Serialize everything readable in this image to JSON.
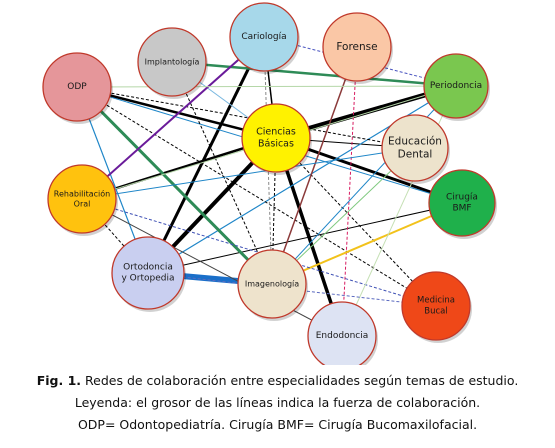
{
  "nodes": [
    {
      "id": "cariologia",
      "label": [
        "Cariología"
      ],
      "fill": "#a7d8ea",
      "stroke": "#c0392b"
    },
    {
      "id": "implantologia",
      "label": [
        "Implantología"
      ],
      "fill": "#c8c8c8",
      "stroke": "#c0392b"
    },
    {
      "id": "forense",
      "label": [
        "Forense"
      ],
      "fill": "#fac7a6",
      "stroke": "#c0392b"
    },
    {
      "id": "odp",
      "label": [
        "ODP"
      ],
      "fill": "#e5969a",
      "stroke": "#c0392b"
    },
    {
      "id": "periodoncia",
      "label": [
        "Periodoncia"
      ],
      "fill": "#7ac74f",
      "stroke": "#c0392b"
    },
    {
      "id": "ciencias",
      "label": [
        "Ciencias",
        "Básicas"
      ],
      "fill": "#fff200",
      "stroke": "#c0392b"
    },
    {
      "id": "educacion",
      "label": [
        "Educación",
        "Dental"
      ],
      "fill": "#ede3cc",
      "stroke": "#c0392b"
    },
    {
      "id": "rehabilitacion",
      "label": [
        "Rehabilitación",
        "Oral"
      ],
      "fill": "#ffc20e",
      "stroke": "#c0392b"
    },
    {
      "id": "cirugia",
      "label": [
        "Cirugía",
        "BMF"
      ],
      "fill": "#1fb04b",
      "stroke": "#c0392b"
    },
    {
      "id": "ortodoncia",
      "label": [
        "Ortodoncia",
        "y Ortopedia"
      ],
      "fill": "#c9cff0",
      "stroke": "#c0392b"
    },
    {
      "id": "imagenologia",
      "label": [
        "Imagenología"
      ],
      "fill": "#eee3cc",
      "stroke": "#c0392b"
    },
    {
      "id": "medicina",
      "label": [
        "Medicina",
        "Bucal"
      ],
      "fill": "#ef4818",
      "stroke": "#c0392b"
    },
    {
      "id": "endodoncia",
      "label": [
        "Endodoncia"
      ],
      "fill": "#dde3f3",
      "stroke": "#c0392b"
    }
  ],
  "edges": [
    {
      "from": "ciencias",
      "to": "periodoncia",
      "color": "#000000",
      "weight": 5,
      "dashed": false
    },
    {
      "from": "ciencias",
      "to": "ortodoncia",
      "color": "#000000",
      "weight": 4,
      "dashed": false
    },
    {
      "from": "ciencias",
      "to": "endodoncia",
      "color": "#000000",
      "weight": 3.5,
      "dashed": false
    },
    {
      "from": "ciencias",
      "to": "cirugia",
      "color": "#000000",
      "weight": 3,
      "dashed": false
    },
    {
      "from": "ciencias",
      "to": "odp",
      "color": "#000000",
      "weight": 2.5,
      "dashed": false
    },
    {
      "from": "ciencias",
      "to": "rehabilitacion",
      "color": "#000000",
      "weight": 2.5,
      "dashed": false
    },
    {
      "from": "ciencias",
      "to": "cariologia",
      "color": "#000000",
      "weight": 1.5,
      "dashed": false
    },
    {
      "from": "ciencias",
      "to": "educacion",
      "color": "#000000",
      "weight": 1,
      "dashed": false
    },
    {
      "from": "ciencias",
      "to": "imagenologia",
      "color": "#000000",
      "weight": 1,
      "dashed": true
    },
    {
      "from": "ciencias",
      "to": "medicina",
      "color": "#000000",
      "weight": 1,
      "dashed": true
    },
    {
      "from": "ortodoncia",
      "to": "imagenologia",
      "color": "#1a6fc9",
      "weight": 6,
      "dashed": false
    },
    {
      "from": "ortodoncia",
      "to": "cariologia",
      "color": "#000000",
      "weight": 3,
      "dashed": false
    },
    {
      "from": "ortodoncia",
      "to": "periodoncia",
      "color": "#1f86c8",
      "weight": 1.2,
      "dashed": false
    },
    {
      "from": "ortodoncia",
      "to": "odp",
      "color": "#1f86c8",
      "weight": 1.2,
      "dashed": false
    },
    {
      "from": "ortodoncia",
      "to": "cirugia",
      "color": "#000000",
      "weight": 1,
      "dashed": false
    },
    {
      "from": "odp",
      "to": "imagenologia",
      "color": "#2e8b57",
      "weight": 3,
      "dashed": false
    },
    {
      "from": "odp",
      "to": "cirugia",
      "color": "#1f86c8",
      "weight": 1,
      "dashed": false
    },
    {
      "from": "odp",
      "to": "educacion",
      "color": "#000000",
      "weight": 1,
      "dashed": true
    },
    {
      "from": "odp",
      "to": "medicina",
      "color": "#000000",
      "weight": 1,
      "dashed": true
    },
    {
      "from": "implantologia",
      "to": "periodoncia",
      "color": "#2e8b57",
      "weight": 2.5,
      "dashed": false
    },
    {
      "from": "implantologia",
      "to": "ciencias",
      "color": "#7ab8e0",
      "weight": 1,
      "dashed": false
    },
    {
      "from": "implantologia",
      "to": "imagenologia",
      "color": "#000000",
      "weight": 1,
      "dashed": true
    },
    {
      "from": "cariologia",
      "to": "periodoncia",
      "color": "#4a55c0",
      "weight": 1,
      "dashed": true
    },
    {
      "from": "cariologia",
      "to": "rehabilitacion",
      "color": "#6a1b9a",
      "weight": 2,
      "dashed": false
    },
    {
      "from": "cariologia",
      "to": "imagenologia",
      "color": "#888888",
      "weight": 1,
      "dashed": true
    },
    {
      "from": "forense",
      "to": "imagenologia",
      "color": "#8b3a3a",
      "weight": 1.5,
      "dashed": false
    },
    {
      "from": "forense",
      "to": "endodoncia",
      "color": "#d81b60",
      "weight": 1,
      "dashed": true
    },
    {
      "from": "imagenologia",
      "to": "cirugia",
      "color": "#f2c21b",
      "weight": 2,
      "dashed": false
    },
    {
      "from": "imagenologia",
      "to": "periodoncia",
      "color": "#1f86c8",
      "weight": 1,
      "dashed": false
    },
    {
      "from": "imagenologia",
      "to": "educacion",
      "color": "#7fc97f",
      "weight": 1,
      "dashed": false
    },
    {
      "from": "rehabilitacion",
      "to": "periodoncia",
      "color": "#b5d7a8",
      "weight": 1,
      "dashed": false
    },
    {
      "from": "rehabilitacion",
      "to": "educacion",
      "color": "#1f86c8",
      "weight": 1,
      "dashed": false
    },
    {
      "from": "rehabilitacion",
      "to": "medicina",
      "color": "#3f51b5",
      "weight": 1,
      "dashed": true
    },
    {
      "from": "rehabilitacion",
      "to": "endodoncia",
      "color": "#444444",
      "weight": 1,
      "dashed": false
    },
    {
      "from": "rehabilitacion",
      "to": "ortodoncia",
      "color": "#000000",
      "weight": 1,
      "dashed": true
    },
    {
      "from": "odp",
      "to": "periodoncia",
      "color": "#b5d7a8",
      "weight": 1,
      "dashed": false
    },
    {
      "from": "endodoncia",
      "to": "periodoncia",
      "color": "#c5e0b4",
      "weight": 1,
      "dashed": false
    },
    {
      "from": "ortodoncia",
      "to": "medicina",
      "color": "#5c6bc0",
      "weight": 1,
      "dashed": true
    }
  ],
  "caption": {
    "fig_label": "Fig. 1.",
    "line1": "Redes de colaboración entre especialidades según temas de estudio.",
    "line2": "Leyenda: el grosor de las líneas indica la fuerza de colaboración.",
    "line3": "ODP= Odontopediatría. Cirugía BMF= Cirugía Bucomaxilofacial."
  }
}
